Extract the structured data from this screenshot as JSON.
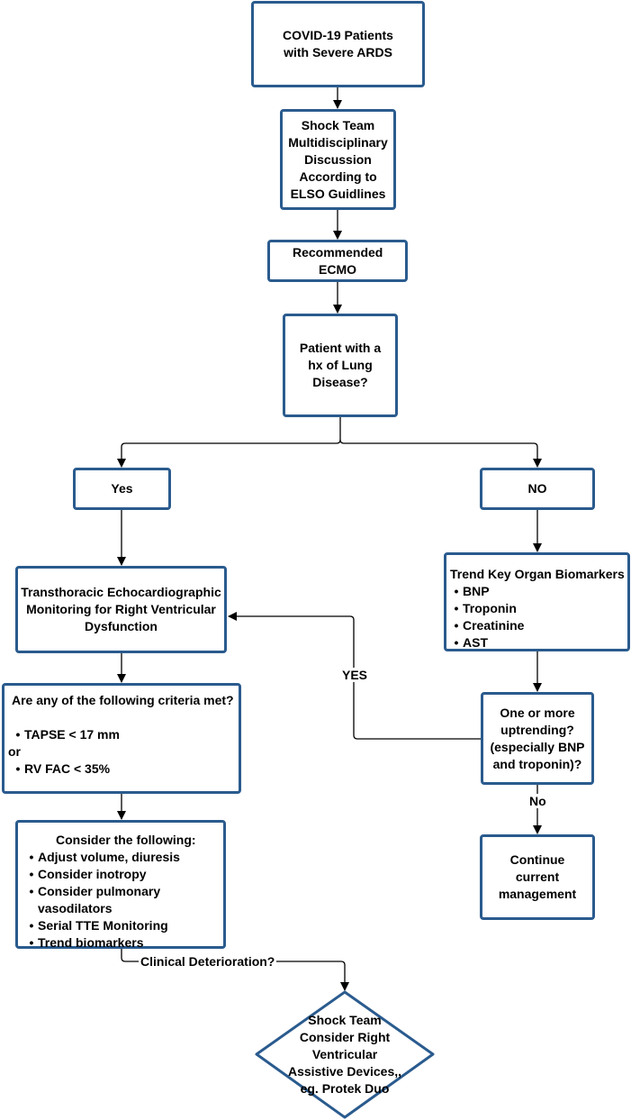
{
  "nodes": {
    "start": "COVID-19 Patients with Severe ARDS",
    "shock_team": "Shock Team Multidisciplinary Discussion According to ELSO Guidlines",
    "ecmo": "Recommended ECMO",
    "lung_q": "Patient with a hx of Lung Disease?",
    "yes": "Yes",
    "no": "NO",
    "tte": "Transthoracic Echocardiographic Monitoring for Right Ventricular Dysfunction",
    "biomarkers": {
      "title": "Trend Key Organ Biomarkers",
      "items": [
        "BNP",
        "Troponin",
        "Creatinine",
        "AST"
      ]
    },
    "criteria": {
      "title": "Are any of the following criteria met?",
      "item1": "TAPSE < 17 mm",
      "connector": "or",
      "item2": "RV FAC < 35%"
    },
    "uptrend": "One or more uptrending? (especially BNP and troponin)?",
    "consider": {
      "title": "Consider the following:",
      "items": [
        "Adjust volume, diuresis",
        "Consider inotropy",
        "Consider pulmonary",
        "Serial TTE Monitoring",
        "Trend biomarkers"
      ],
      "item3_cont": "vasodilators"
    },
    "continue": "Continue current management",
    "rvad": "Shock Team Consider Right Ventricular Assistive Devices,, eg. Protek Duo"
  },
  "edge_labels": {
    "yes_loop": "YES",
    "no_down": "No",
    "deterioration": "Clinical Deterioration?"
  },
  "colors": {
    "box_border": "#2a5b8e",
    "arrow": "#000000"
  }
}
